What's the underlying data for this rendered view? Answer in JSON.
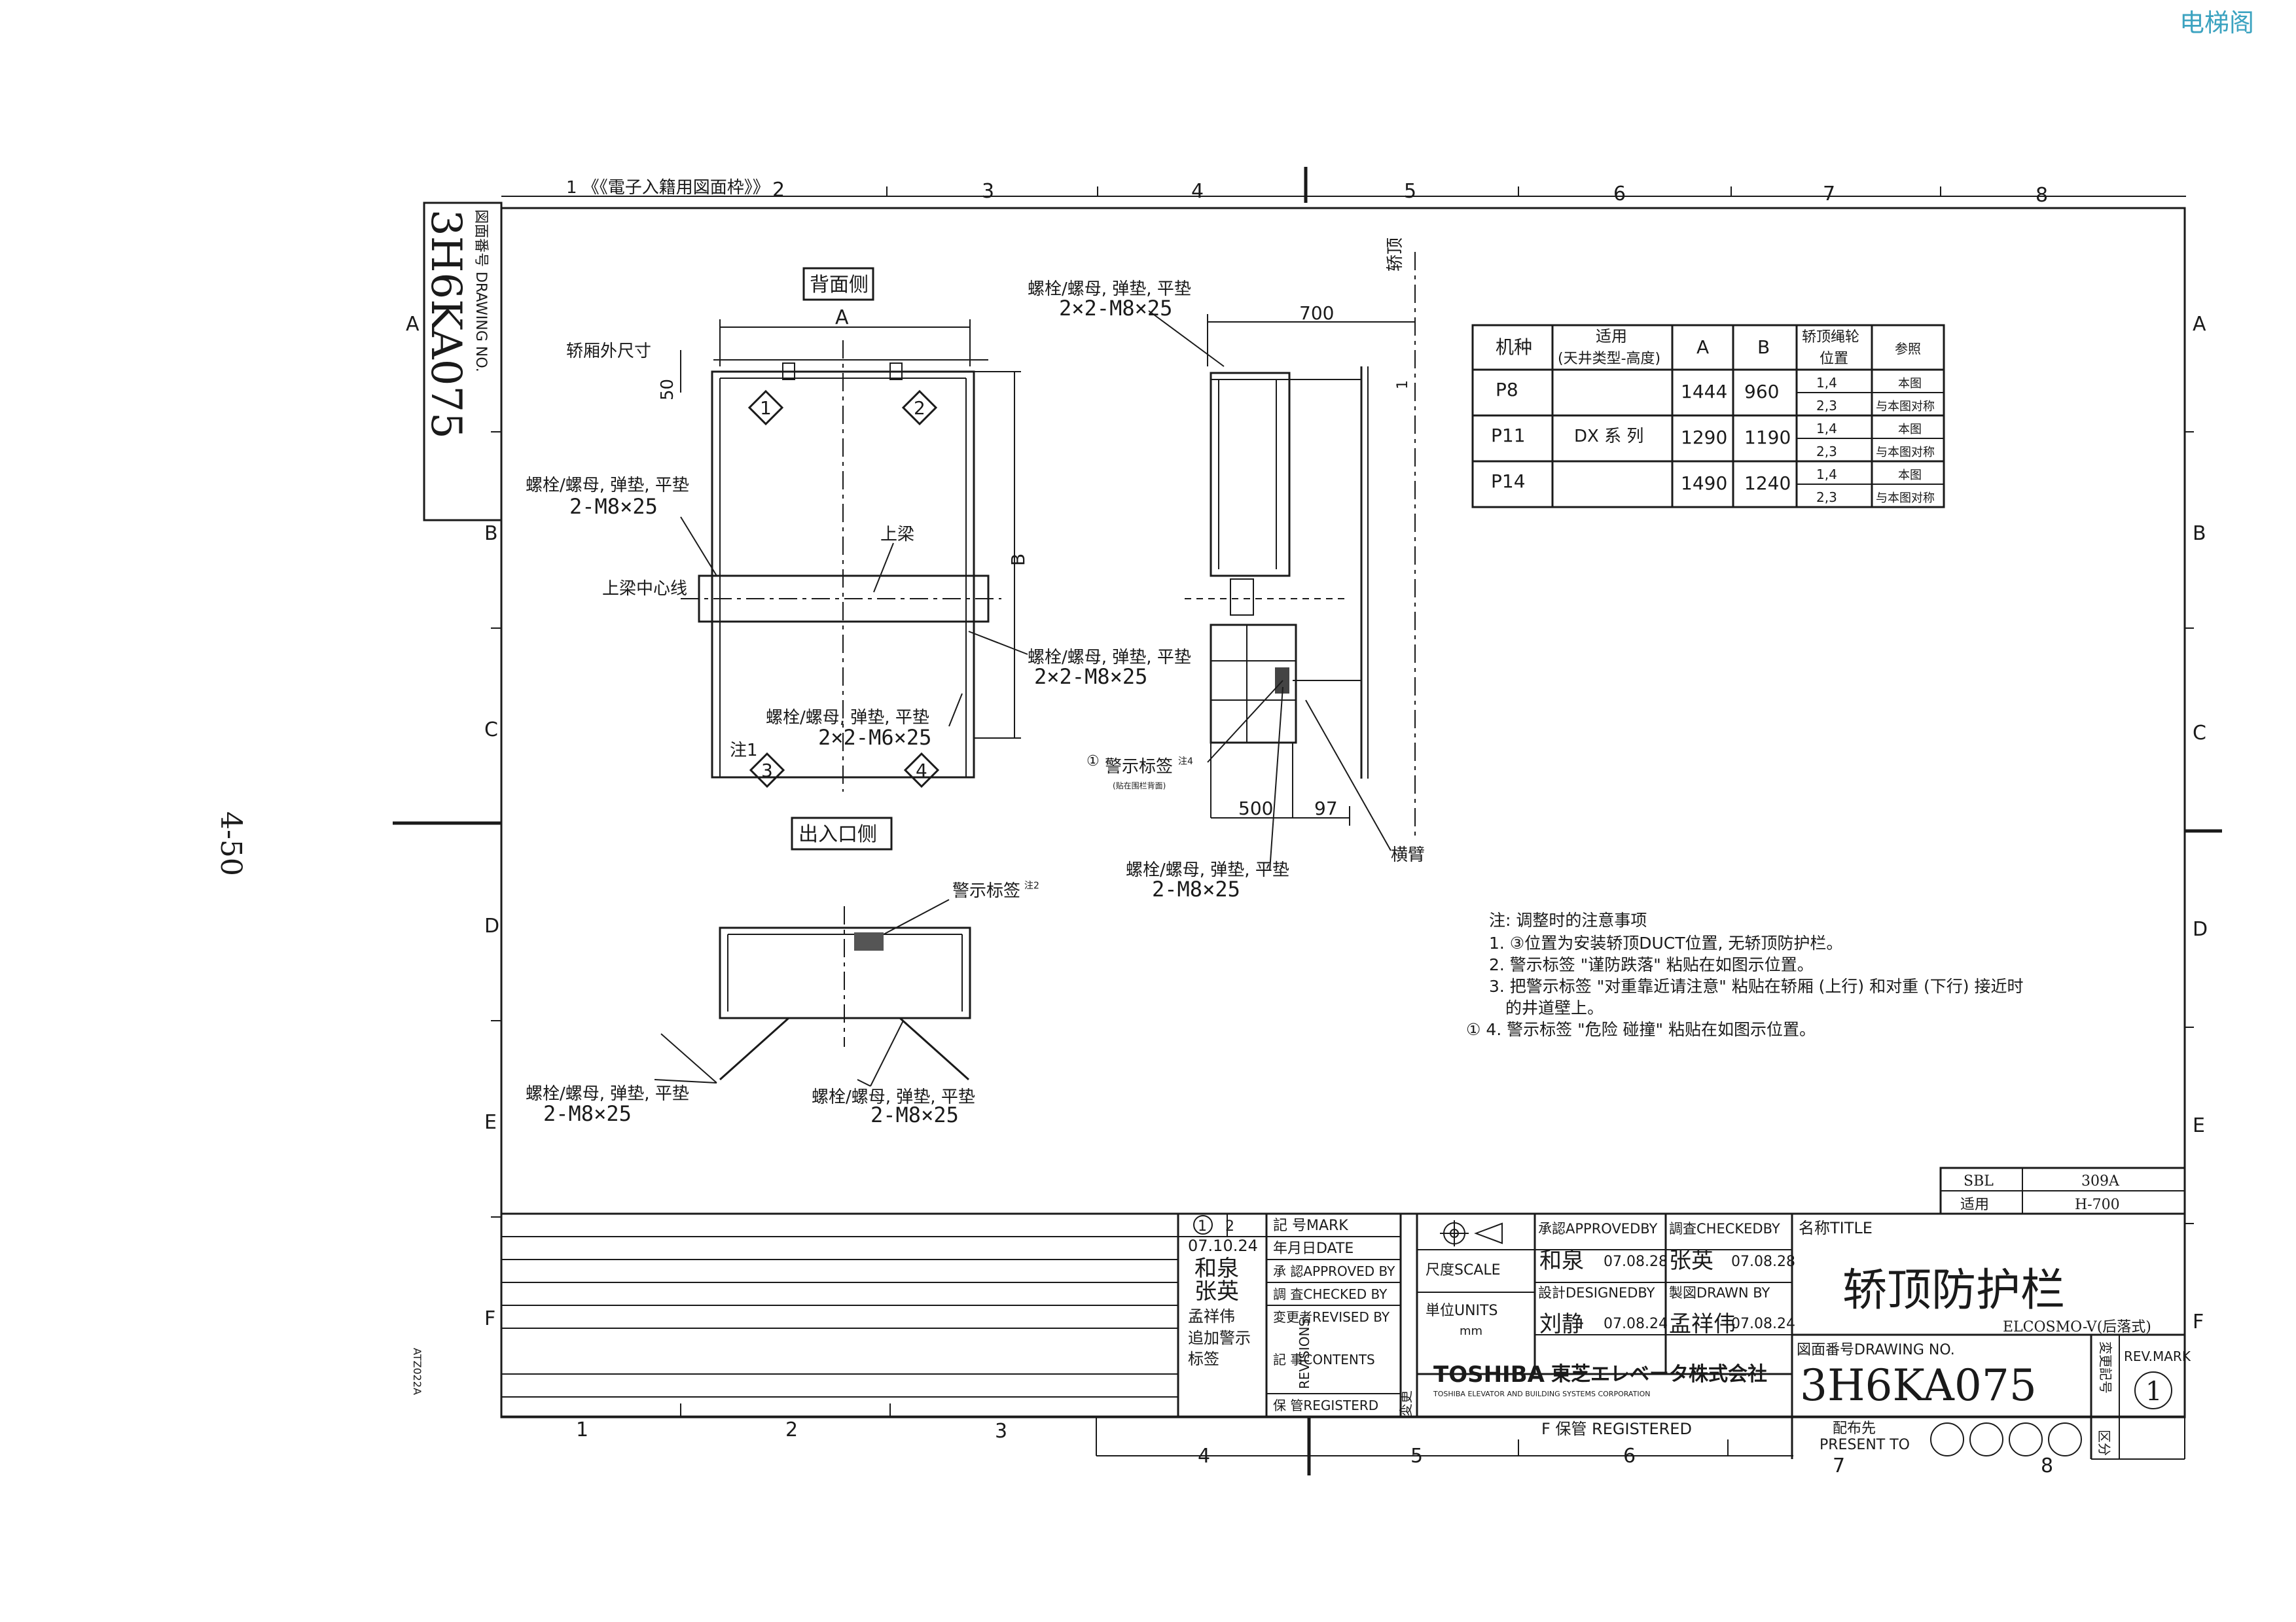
{
  "watermark": "电梯阁",
  "page_number": "4-50",
  "frame_header": "1 《《電子入籍用図面枠》》",
  "frame_cols_top": [
    "2",
    "3",
    "4",
    "5",
    "6",
    "7",
    "8"
  ],
  "frame_cols_bottom": [
    "1",
    "2",
    "3",
    "4",
    "5",
    "6",
    "7",
    "8"
  ],
  "frame_rows": [
    "A",
    "B",
    "C",
    "D",
    "E",
    "F"
  ],
  "left_stamp": {
    "label": "図面番号 DRAWING NO.",
    "number": "3H6KA075"
  },
  "side_code": "ATZ022A",
  "views": {
    "back_side": "背面侧",
    "entrance_side": "出入口侧",
    "car_outer_dim": "轿厢外尺寸",
    "dim_50": "50",
    "dim_A": "A",
    "dim_B": "B",
    "upper_beam": "上梁",
    "upper_beam_center": "上梁中心线",
    "note1": "注1",
    "car_top": "轿顶",
    "dim_700": "700",
    "dim_500": "500",
    "dim_97": "97",
    "dim_1": "1",
    "cross_arm": "横臂",
    "warning_label_1": "警示标签",
    "warning_label_1_note": "注4",
    "warning_label_1_sub": "(贴在围栏背面)",
    "circle_1": "①",
    "warning_label_2": "警示标签",
    "warning_label_2_note": "注2",
    "markers": [
      "1",
      "2",
      "3",
      "4"
    ]
  },
  "bolt_callouts": [
    {
      "line1": "螺栓/螺母, 弹垫, 平垫",
      "line2": "2×2-M8×25"
    },
    {
      "line1": "螺栓/螺母, 弹垫, 平垫",
      "line2": "2-M8×25"
    },
    {
      "line1": "螺栓/螺母, 弹垫, 平垫",
      "line2": "2×2-M8×25"
    },
    {
      "line1": "螺栓/螺母, 弹垫, 平垫",
      "line2": "2×2-M6×25"
    },
    {
      "line1": "螺栓/螺母, 弹垫, 平垫",
      "line2": "2-M8×25"
    },
    {
      "line1": "螺栓/螺母, 弹垫, 平垫",
      "line2": "2-M8×25"
    },
    {
      "line1": "螺栓/螺母, 弹垫, 平垫",
      "line2": "2-M8×25"
    }
  ],
  "spec_table": {
    "headers": [
      "机种",
      "适用\n(天井类型-高度)",
      "A",
      "B",
      "轿顶绳轮\n位置",
      "参照"
    ],
    "applicable": "DX 系 列",
    "rows": [
      {
        "model": "P8",
        "A": "1444",
        "B": "960",
        "pos": [
          "1,4",
          "2,3"
        ],
        "ref": [
          "本图",
          "与本图对称"
        ]
      },
      {
        "model": "P11",
        "A": "1290",
        "B": "1190",
        "pos": [
          "1,4",
          "2,3"
        ],
        "ref": [
          "本图",
          "与本图对称"
        ]
      },
      {
        "model": "P14",
        "A": "1490",
        "B": "1240",
        "pos": [
          "1,4",
          "2,3"
        ],
        "ref": [
          "本图",
          "与本图对称"
        ]
      }
    ]
  },
  "notes": {
    "title": "注:  调整时的注意事项",
    "items": [
      "1. ③位置为安装轿顶DUCT位置, 无轿顶防护栏。",
      "2. 警示标签 \"谨防跌落\" 粘贴在如图示位置。",
      "3. 把警示标签 \"对重靠近请注意\" 粘贴在轿厢 (上行) 和对重 (下行) 接近时",
      "的井道壁上。",
      "① 4. 警示标签 \"危险 碰撞\" 粘贴在如图示位置。"
    ]
  },
  "sbl": {
    "label": "SBL",
    "value": "309A",
    "apply_label": "适用",
    "apply_value": "H-700"
  },
  "revision": {
    "marks": [
      "1",
      "2"
    ],
    "date": "07.10.24",
    "approved": "和泉",
    "checked": "张英",
    "revised": "孟祥伟",
    "contents": "追加警示\n标签",
    "mark_label": "記  号MARK",
    "date_label": "年月日DATE",
    "approved_label": "承  認APPROVED BY",
    "checked_label": "調  査CHECKED BY",
    "revised_label": "変更者REVISED BY",
    "contents_label": "記  事CONTENTS",
    "registered_label": "保  管REGISTERD",
    "revisions_vertical": "REVISIONS",
    "change_vertical": "変更"
  },
  "title_block": {
    "scale_label": "尺度SCALE",
    "units_label": "単位UNITS",
    "units_value": "mm",
    "approved_label": "承認APPROVEDBY",
    "approved_name": "和泉",
    "approved_date": "07.08.28",
    "checked_label": "調査CHECKEDBY",
    "checked_name": "张英",
    "checked_date": "07.08.28",
    "designed_label": "設計DESIGNEDBY",
    "designed_name": "刘静",
    "designed_date": "07.08.24",
    "drawn_label": "製図DRAWN BY",
    "drawn_name": "孟祥伟",
    "drawn_date": "07.08.24",
    "company_logo": "TOSHIBA",
    "company_jp": "東芝エレベータ株式会社",
    "company_en": "TOSHIBA ELEVATOR AND BUILDING SYSTEMS CORPORATION",
    "title_label": "名称TITLE",
    "title": "轿顶防护栏",
    "subtitle": "ELCOSMO-V(后落式)",
    "drawing_no_label": "図面番号DRAWING NO.",
    "drawing_no": "3H6KA075",
    "rev_mark_label": "REV.MARK",
    "change_no_label": "変更記号",
    "rev_mark": "1",
    "registered_label": "F 保管 REGISTERED",
    "present_to_label": "配布先\nPRESENT TO",
    "section_label": "区分"
  }
}
